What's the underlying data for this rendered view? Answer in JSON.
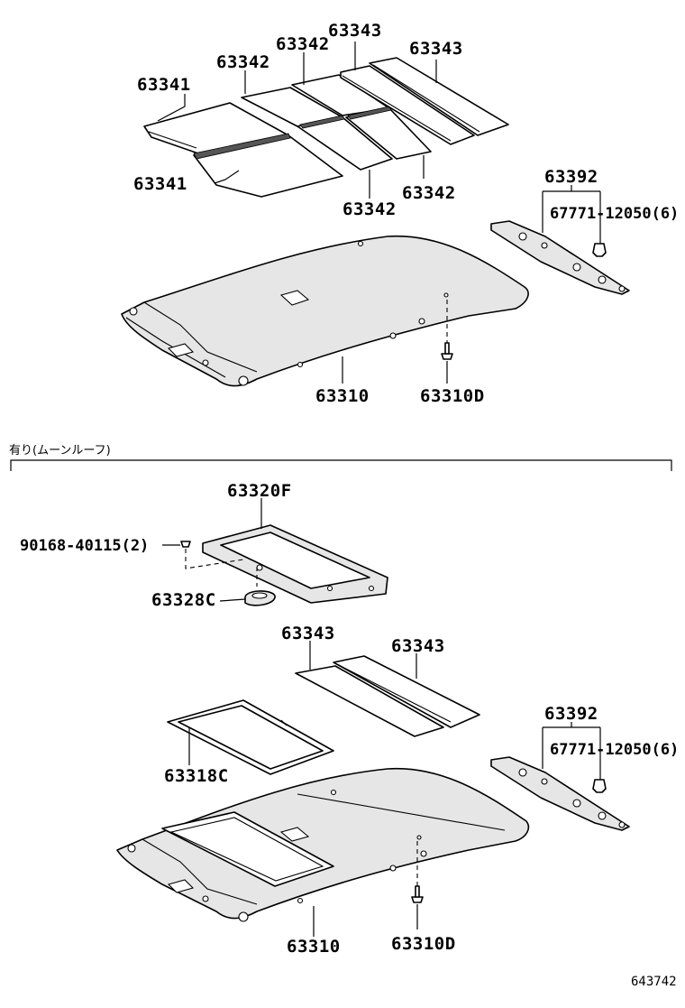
{
  "diagram_id": "643742",
  "upper": {
    "labels": {
      "a": "63341",
      "b": "63341",
      "c": "63342",
      "d": "63342",
      "e": "63342",
      "f": "63342",
      "g": "63343",
      "h": "63343",
      "headlining": "63310",
      "clip": "63310D",
      "bracket": "63392",
      "fastener": "67771-12050(6)"
    }
  },
  "section": {
    "title": "有り(ムーンルーフ)"
  },
  "lower": {
    "labels": {
      "frame": "63320F",
      "screw": "90168-40115(2)",
      "cap": "63328C",
      "pad_a": "63343",
      "pad_b": "63343",
      "garnish": "63318C",
      "bracket": "63392",
      "fastener": "67771-12050(6)",
      "headlining": "63310",
      "clip": "63310D"
    }
  }
}
